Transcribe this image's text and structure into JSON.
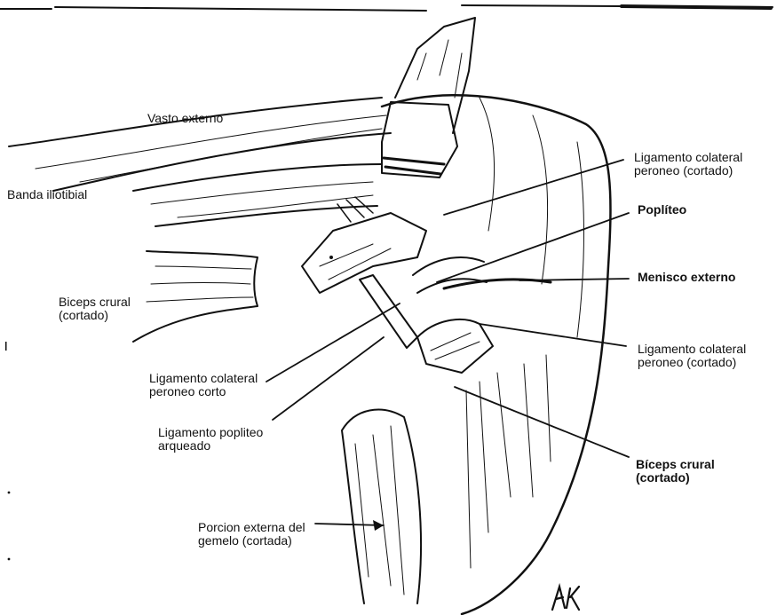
{
  "colors": {
    "ink": "#111111",
    "paper": "#ffffff"
  },
  "labels": {
    "vasto_externo": "Vasto externo",
    "banda_iliotibial": "Banda iliotibial",
    "biceps_crural_left": [
      "Biceps crural",
      "(cortado)"
    ],
    "lig_colateral_corto": [
      "Ligamento colateral",
      "peroneo corto"
    ],
    "lig_popliteo_arqueado": [
      "Ligamento popliteo",
      "arqueado"
    ],
    "porcion_externa": [
      "Porcion externa del",
      "gemelo (cortada)"
    ],
    "lig_colateral_top": [
      "Ligamento colateral",
      "peroneo (cortado)"
    ],
    "popliteo": "Poplíteo",
    "menisco_externo": "Menisco externo",
    "lig_colateral_mid": [
      "Ligamento colateral",
      "peroneo (cortado)"
    ],
    "biceps_crural_right": [
      "Bíceps crural",
      "(cortado)"
    ]
  },
  "signature": "AK"
}
